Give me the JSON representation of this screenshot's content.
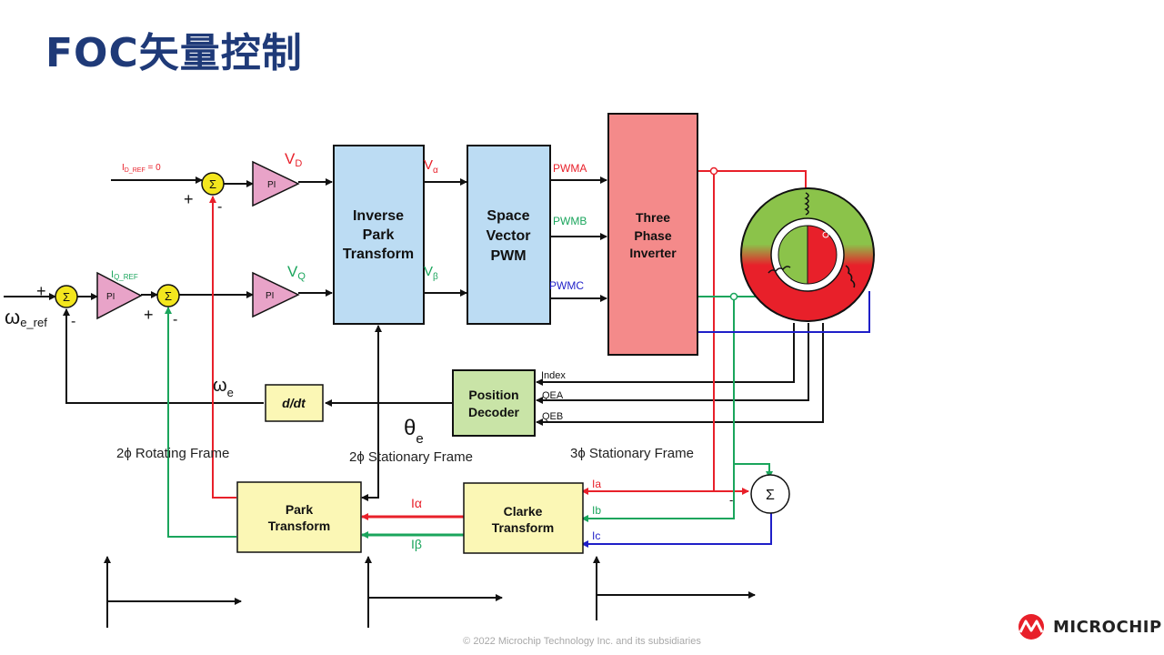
{
  "title": "FOC矢量控制",
  "footer": "© 2022 Microchip Technology Inc. and its subsidiaries",
  "logo": {
    "text": "MICROCHIP"
  },
  "blocks": {
    "inverse_park": [
      "Inverse",
      "Park",
      "Transform"
    ],
    "svpwm": [
      "Space",
      "Vector",
      "PWM"
    ],
    "inverter": [
      "Three",
      "Phase",
      "Inverter"
    ],
    "position_decoder": [
      "Position",
      "Decoder"
    ],
    "park": [
      "Park",
      "Transform"
    ],
    "clarke": [
      "Clarke",
      "Transform"
    ],
    "derivative": "d/dt",
    "pi": "PI",
    "sigma": "Σ"
  },
  "signals": {
    "id_ref": "I",
    "id_ref_sub": "D_REF",
    "id_ref_val": " = 0",
    "iq_ref": "I",
    "iq_ref_sub": "Q_REF",
    "vd": "V",
    "vd_sub": "D",
    "vq": "V",
    "vq_sub": "Q",
    "valpha": "V",
    "valpha_sub": "α",
    "vbeta": "V",
    "vbeta_sub": "β",
    "pwma": "PWMA",
    "pwmb": "PWMB",
    "pwmc": "PWMC",
    "omega_ref": "ω",
    "omega_ref_sub": "e_ref",
    "omega_e": "ω",
    "omega_e_sub": "e",
    "theta_e": "θ",
    "theta_e_sub": "e",
    "index": "Index",
    "qea": "QEA",
    "qeb": "QEB",
    "ia": "Ia",
    "ib": "Ib",
    "ic": "Ic",
    "i_alpha": "Iα",
    "i_beta": "Iβ",
    "plus": "+",
    "minus": "-"
  },
  "frames": {
    "rotating": "2ϕ Rotating Frame",
    "stationary2": "2ϕ Stationary Frame",
    "stationary3": "3ϕ Stationary Frame"
  },
  "colors": {
    "title": "#1f3a78",
    "phase_a": "#e8202a",
    "phase_b": "#1aa55c",
    "phase_c": "#1f1fc8",
    "block_blue": "#bcdcf3",
    "block_green": "#c9e4a7",
    "block_yellow": "#fbf7b5",
    "block_red": "#f48a8a",
    "pi_fill": "#e8a3c8",
    "sum_fill": "#f3e61e"
  }
}
